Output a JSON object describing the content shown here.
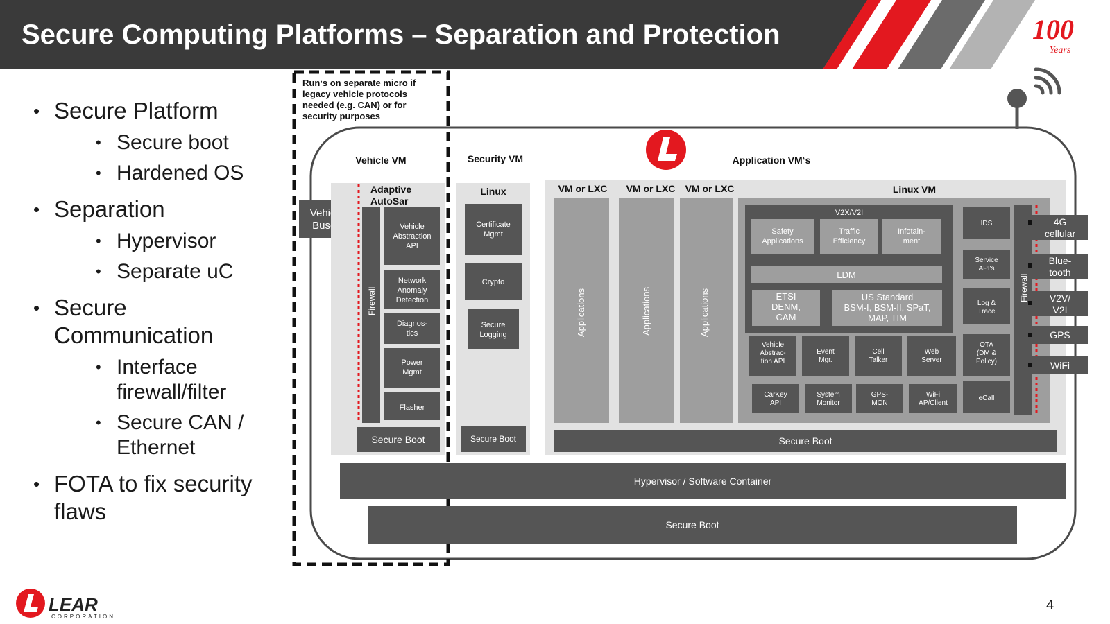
{
  "slide": {
    "title": "Secure Computing Platforms – Separation and Protection",
    "page_number": "4",
    "anniversary_badge": "100 Years",
    "company_logo": "LEAR CORPORATION"
  },
  "bullets": [
    {
      "text": "Secure Platform",
      "subs": [
        "Secure boot",
        "Hardened OS"
      ]
    },
    {
      "text": "Separation",
      "subs": [
        "Hypervisor",
        "Separate uC"
      ]
    },
    {
      "text": "Secure Communication",
      "subs": [
        "Interface firewall/filter",
        "Secure CAN / Ethernet"
      ]
    },
    {
      "text": "FOTA to fix security flaws",
      "subs": []
    }
  ],
  "diagram": {
    "note": [
      "Run‘s on separate micro if",
      "legacy vehicle protocols",
      "needed (e.g. CAN) or for",
      "security purposes"
    ],
    "vehicle_vm": {
      "title": "Vehicle VM",
      "autosar": [
        "Adaptive",
        "AutoSar"
      ],
      "firewall": "Firewall",
      "modules": [
        [
          "Vehicle",
          "Abstraction",
          "API"
        ],
        [
          "Network",
          "Anomaly",
          "Detection"
        ],
        [
          "Diagnos-",
          "tics"
        ],
        [
          "Power",
          "Mgmt"
        ],
        [
          "Flasher"
        ]
      ],
      "secure_boot": "Secure Boot"
    },
    "vehicle_buses": [
      "Vehicle",
      "Buses"
    ],
    "security_vm": {
      "title": "Security VM",
      "os": "Linux",
      "modules": [
        [
          "Certificate",
          "Mgmt"
        ],
        [
          "Crypto"
        ],
        [
          "Secure",
          "Logging"
        ]
      ],
      "secure_boot": "Secure Boot"
    },
    "application_vms": {
      "title": "Application VM‘s",
      "lxc_columns": [
        {
          "label": "VM or LXC",
          "content": "Applications"
        },
        {
          "label": "VM or LXC",
          "content": "Applications"
        },
        {
          "label": "VM or LXC",
          "content": "Applications"
        }
      ],
      "linux_vm": "Linux VM",
      "v2x": {
        "label": "V2X/V2I",
        "apps": [
          [
            "Safety",
            "Applications"
          ],
          [
            "Traffic",
            "Efficiency"
          ],
          [
            "Infotain-",
            "ment"
          ]
        ],
        "ldm": "LDM",
        "etsi": [
          "ETSI",
          "DENM,",
          "CAM"
        ],
        "us_standard": [
          "US Standard",
          "BSM-I, BSM-II, SPaT,",
          "MAP, TIM"
        ]
      },
      "services_row1": [
        [
          "Vehicle",
          "Abstrac-",
          "tion API"
        ],
        [
          "Event",
          "Mgr."
        ],
        [
          "Cell",
          "Talker"
        ],
        [
          "Web",
          "Server"
        ]
      ],
      "services_row2": [
        [
          "CarKey",
          "API"
        ],
        [
          "System",
          "Monitor"
        ],
        [
          "GPS-",
          "MON"
        ],
        [
          "WiFi",
          "AP/Client"
        ]
      ],
      "side_modules": [
        [
          "IDS"
        ],
        [
          "Service",
          "API's"
        ],
        [
          "Log &",
          "Trace"
        ],
        [
          "OTA",
          "(DM &",
          "Policy)"
        ],
        [
          "eCall"
        ]
      ],
      "firewall": "Firewall",
      "secure_boot": "Secure Boot"
    },
    "hypervisor": "Hypervisor / Software Container",
    "secure_boot_base": "Secure Boot",
    "interfaces": [
      [
        "4G",
        "cellular"
      ],
      [
        "Blue-",
        "tooth"
      ],
      [
        "V2V/",
        "V2I"
      ],
      [
        "GPS"
      ],
      [
        "WiFi"
      ]
    ]
  },
  "colors": {
    "header_bg": "#3a3a3a",
    "brand_red": "#e3181f",
    "module_dark": "#555555",
    "panel_light": "#e2e2e2",
    "column_mid": "#9e9e9e"
  }
}
